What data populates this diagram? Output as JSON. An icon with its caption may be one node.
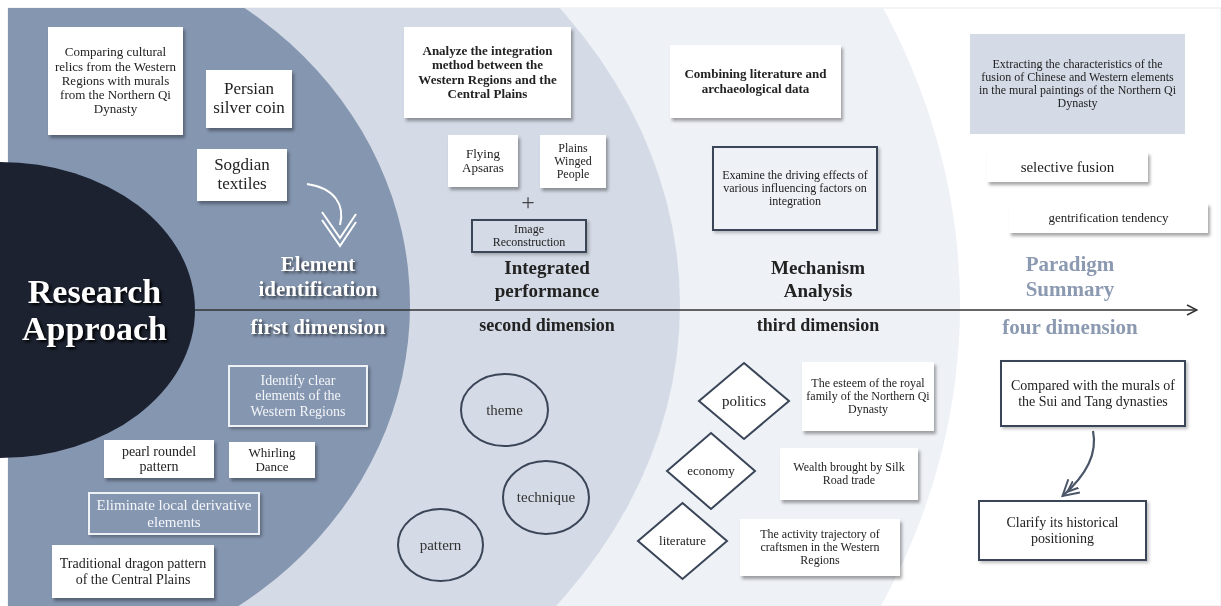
{
  "diagram": {
    "nodes": [
      {
        "text": [
          "Research Approach"
        ]
      },
      {
        "text": [
          "Comparing cultural relics from the Western Regions with murals from the Northern Qi Dynasty"
        ]
      },
      {
        "text": [
          "Persian silver coin"
        ]
      },
      {
        "text": [
          "Sogdian textiles"
        ]
      },
      {
        "text": [
          "Identify clear elements of the Western Regions"
        ]
      },
      {
        "text": [
          "pearl roundel pattern"
        ]
      },
      {
        "text": [
          "Whirling Dance"
        ]
      },
      {
        "text": [
          "Eliminate local derivative elements"
        ]
      },
      {
        "text": [
          "Traditional dragon pattern of the Central Plains"
        ]
      },
      {
        "text": [
          "Analyze the integration method between the Western Regions and the Central Plains"
        ]
      },
      {
        "text": [
          "Flying Apsaras"
        ]
      },
      {
        "text": [
          "Plains Winged People"
        ]
      },
      {
        "text": [
          "Image Reconstruction"
        ]
      },
      {
        "text": [
          "theme"
        ]
      },
      {
        "text": [
          "technique"
        ]
      },
      {
        "text": [
          "pattern"
        ]
      },
      {
        "text": [
          "Combining literature and archaeological data"
        ]
      },
      {
        "text": [
          "Examine the driving effects of various influencing factors on integration"
        ]
      },
      {
        "text": [
          "politics"
        ]
      },
      {
        "text": [
          "The esteem of the royal family of the Northern Qi Dynasty"
        ]
      },
      {
        "text": [
          "economy"
        ]
      },
      {
        "text": [
          "Wealth brought by Silk Road trade"
        ]
      },
      {
        "text": [
          "literature"
        ]
      },
      {
        "text": [
          "The activity trajectory of craftsmen in the Western Regions"
        ]
      },
      {
        "text": [
          "Extracting the characteristics of the fusion of Chinese and Western elements in the mural paintings of the Northern Qi Dynasty"
        ]
      },
      {
        "text": [
          "selective fusion"
        ]
      },
      {
        "text": [
          "gentrification tendency"
        ]
      },
      {
        "text": [
          "Compared with the murals of the Sui and Tang dynasties"
        ]
      },
      {
        "text": [
          "Clarify its historical positioning"
        ]
      }
    ],
    "edges": [
      {
        "from": 0,
        "to": null,
        "arrow": "to"
      },
      {
        "from": 27,
        "to": 28,
        "arrow": "to"
      }
    ],
    "labels": [
      "Element identification",
      "first dimension",
      "+",
      "Integrated performance",
      "second dimension",
      "Mechanism Analysis",
      "third dimension",
      "Paradigm Summary",
      "four dimension"
    ]
  }
}
